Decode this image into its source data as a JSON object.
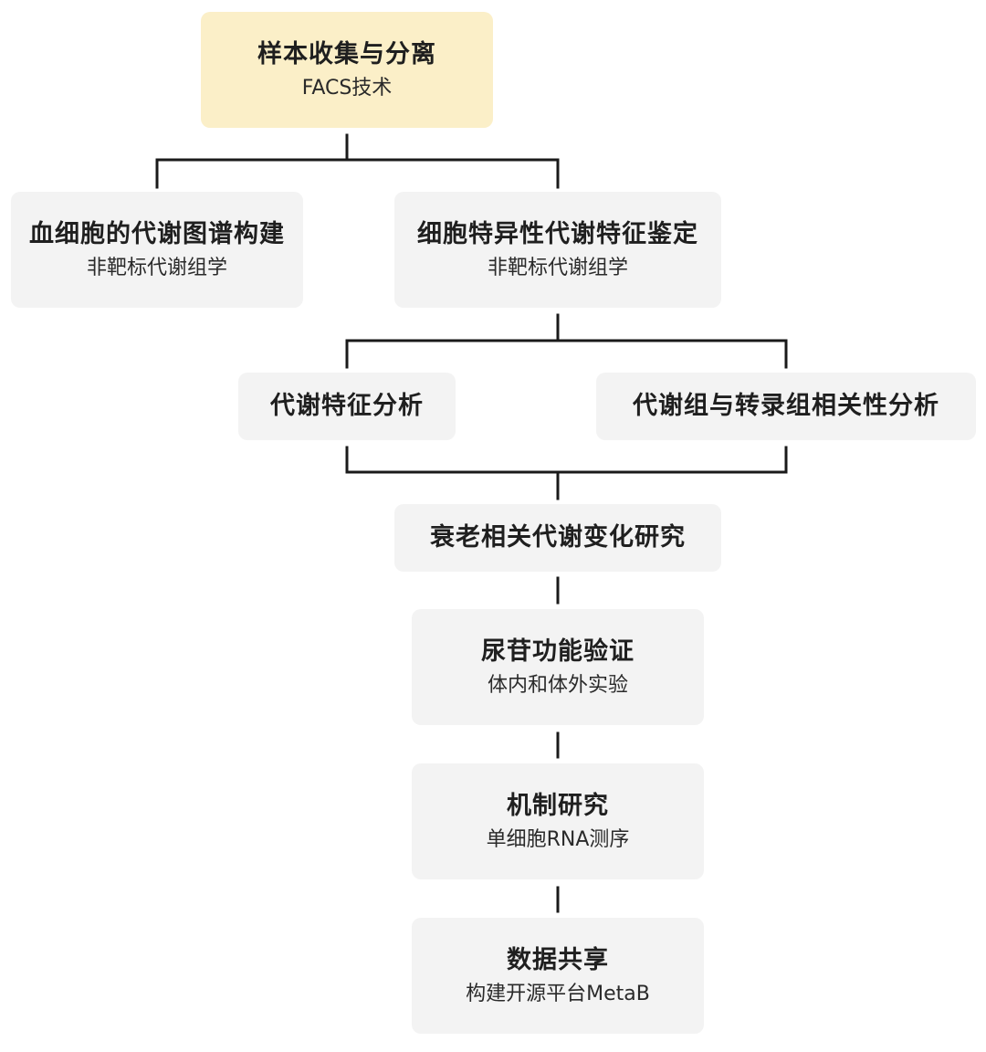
{
  "nodes": {
    "sample": {
      "title": "样本收集与分离",
      "subtitle": "FACS技术"
    },
    "blood_atlas": {
      "title": "血细胞的代谢图谱构建",
      "subtitle": "非靶标代谢组学"
    },
    "cell_specific": {
      "title": "细胞特异性代谢特征鉴定",
      "subtitle": "非靶标代谢组学"
    },
    "metab_features": {
      "title": "代谢特征分析"
    },
    "correlation": {
      "title": "代谢组与转录组相关性分析"
    },
    "aging": {
      "title": "衰老相关代谢变化研究"
    },
    "uridine": {
      "title": "尿苷功能验证",
      "subtitle": "体内和体外实验"
    },
    "mechanism": {
      "title": "机制研究",
      "subtitle": "单细胞RNA测序"
    },
    "data_sharing": {
      "title": "数据共享",
      "subtitle": "构建开源平台MetaB"
    }
  },
  "colors": {
    "highlight_fill": "#fbefc8",
    "node_fill": "#f3f3f3",
    "connector": "#1a1a1a"
  }
}
